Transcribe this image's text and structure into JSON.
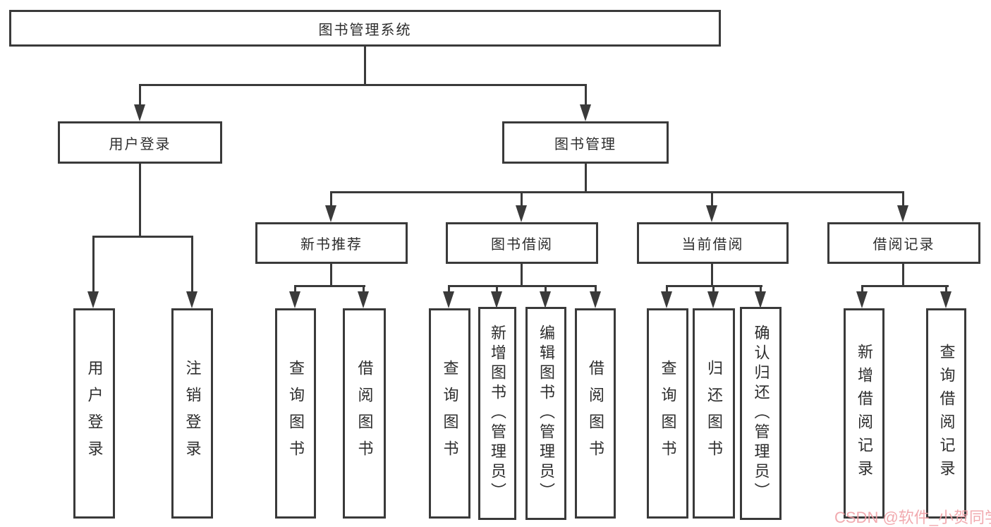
{
  "diagram": {
    "title": "图书管理系统",
    "nodes": {
      "root": "图书管理系统",
      "user_login": "用户登录",
      "book_mgmt": "图书管理",
      "new_book_rec": "新书推荐",
      "book_borrow": "图书借阅",
      "current_borrow": "当前借阅",
      "borrow_records": "借阅记录",
      "leaf_user_login": "用户登录",
      "leaf_logout": "注销登录",
      "leaf_rec_query": "查询图书",
      "leaf_rec_borrow": "借阅图书",
      "leaf_bb_query": "查询图书",
      "leaf_bb_add": "新增图书（管理员）",
      "leaf_bb_edit": "编辑图书（管理员）",
      "leaf_bb_borrow": "借阅图书",
      "leaf_cb_query": "查询图书",
      "leaf_cb_return": "归还图书",
      "leaf_cb_confirm": "确认归还（管理员）",
      "leaf_br_add": "新增借阅记录",
      "leaf_br_query": "查询借阅记录"
    },
    "tree": {
      "label": "图书管理系统",
      "children": [
        {
          "label": "用户登录",
          "children": [
            {
              "label": "用户登录"
            },
            {
              "label": "注销登录"
            }
          ]
        },
        {
          "label": "图书管理",
          "children": [
            {
              "label": "新书推荐",
              "children": [
                {
                  "label": "查询图书"
                },
                {
                  "label": "借阅图书"
                }
              ]
            },
            {
              "label": "图书借阅",
              "children": [
                {
                  "label": "查询图书"
                },
                {
                  "label": "新增图书（管理员）"
                },
                {
                  "label": "编辑图书（管理员）"
                },
                {
                  "label": "借阅图书"
                }
              ]
            },
            {
              "label": "当前借阅",
              "children": [
                {
                  "label": "查询图书"
                },
                {
                  "label": "归还图书"
                },
                {
                  "label": "确认归还（管理员）"
                }
              ]
            },
            {
              "label": "借阅记录",
              "children": [
                {
                  "label": "新增借阅记录"
                },
                {
                  "label": "查询借阅记录"
                }
              ]
            }
          ]
        }
      ]
    },
    "colors": {
      "line": "#3a3a3a",
      "text": "#2d2d2d",
      "background": "#ffffff"
    }
  },
  "watermark": {
    "text": "CSDN @软件_小贺同学",
    "color": "#f0a1a7"
  }
}
